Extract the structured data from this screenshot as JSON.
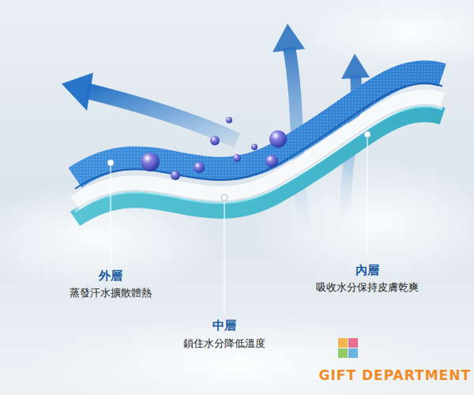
{
  "diagram": {
    "labels": [
      "外層",
      "蒸發汗水擴散體熱",
      "中層",
      "鎖住水分降低溫度",
      "內層",
      "吸收水分保持皮膚乾爽",
      "GIFT DEPARTMENT"
    ]
  }
}
